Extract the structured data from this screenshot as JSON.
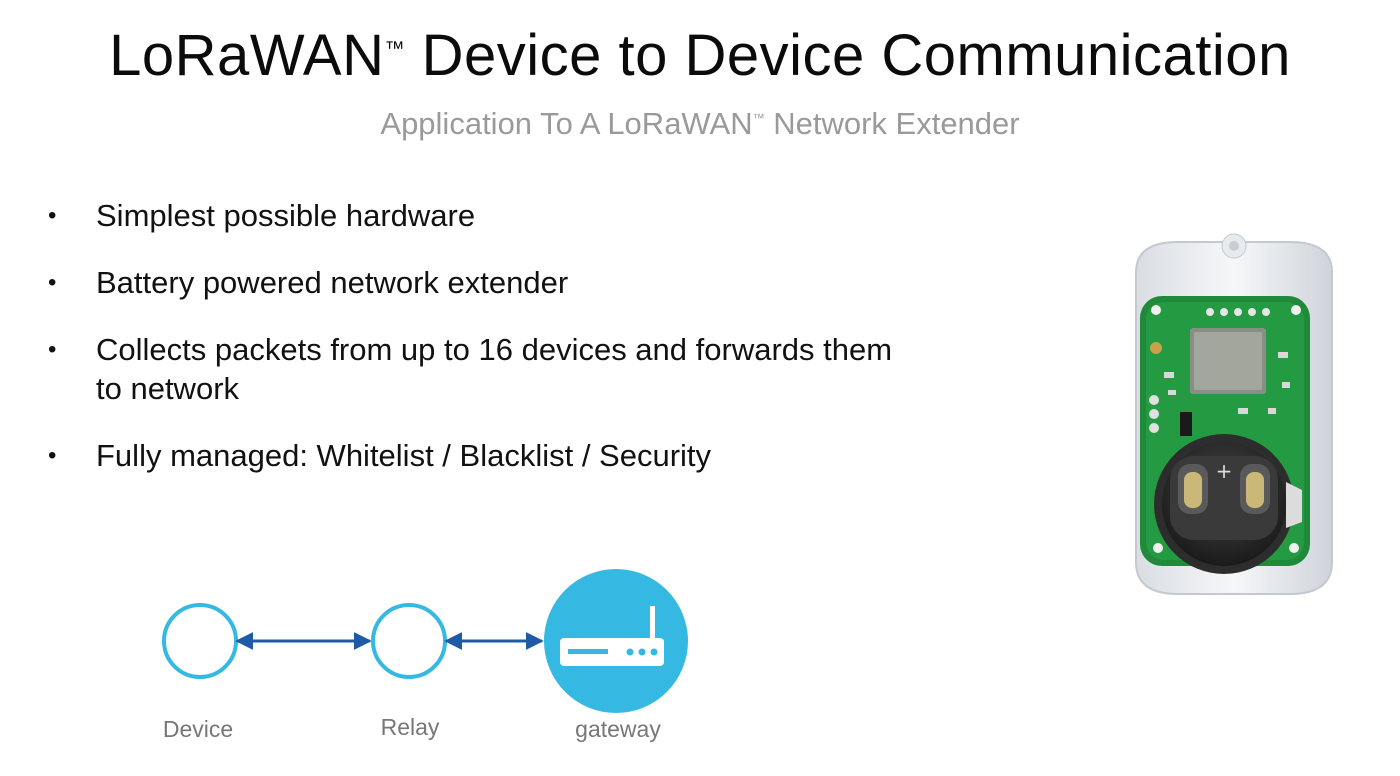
{
  "slide": {
    "title": "LoRaWAN",
    "title_tm": "™",
    "title_rest": " Device to Device Communication",
    "subtitle": "Application To A LoRaWAN",
    "subtitle_tm": "™",
    "subtitle_rest": " Network Extender"
  },
  "bullets": [
    "Simplest possible hardware",
    "Battery powered network extender",
    "Collects packets from up to 16 devices and forwards them to network",
    "Fully managed: Whitelist / Blacklist / Security"
  ],
  "bullet_symbol": "•",
  "diagram": {
    "nodes": [
      {
        "label": "Device",
        "icon": "circle-outline-icon"
      },
      {
        "label": "Relay",
        "icon": "circle-outline-icon"
      },
      {
        "label": "gateway",
        "icon": "router-icon"
      }
    ],
    "colors": {
      "accent": "#35b9e2",
      "arrow": "#1f5aa8",
      "label": "#777777"
    }
  },
  "photo": {
    "icon": "circuit-board-icon"
  }
}
